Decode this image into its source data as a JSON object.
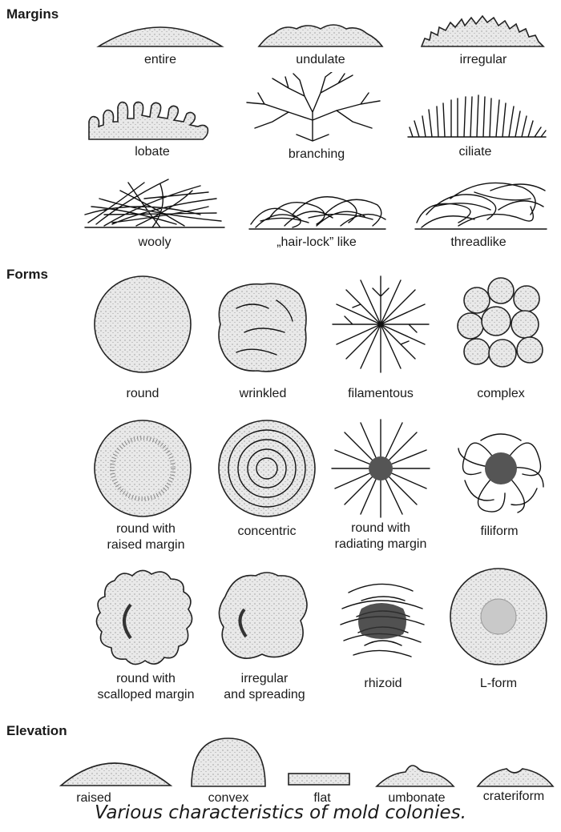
{
  "sections": {
    "margins": "Margins",
    "forms": "Forms",
    "elevation": "Elevation"
  },
  "margins": [
    "entire",
    "undulate",
    "irregular",
    "lobate",
    "branching",
    "ciliate",
    "wooly",
    "„hair-lock” like",
    "threadlike"
  ],
  "forms": [
    "round",
    "wrinkled",
    "filamentous",
    "complex",
    "round with\nraised margin",
    "concentric",
    "round with\nradiating margin",
    "filiform",
    "round with\nscalloped margin",
    "irregular\nand spreading",
    "rhizoid",
    "L-form"
  ],
  "elevation": [
    "raised",
    "convex",
    "flat",
    "umbonate",
    "crateriform"
  ],
  "caption": "Various characteristics of mold colonies."
}
